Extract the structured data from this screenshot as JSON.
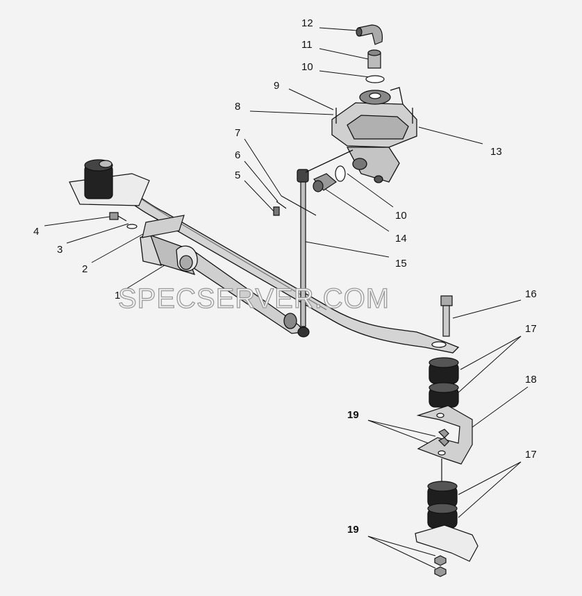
{
  "diagram": {
    "watermark": "SPECSERVER.COM",
    "labels": [
      {
        "id": "l12",
        "text": "12"
      },
      {
        "id": "l11",
        "text": "11"
      },
      {
        "id": "l10a",
        "text": "10"
      },
      {
        "id": "l9",
        "text": "9"
      },
      {
        "id": "l8",
        "text": "8"
      },
      {
        "id": "l13",
        "text": "13"
      },
      {
        "id": "l7",
        "text": "7"
      },
      {
        "id": "l6",
        "text": "6"
      },
      {
        "id": "l5",
        "text": "5"
      },
      {
        "id": "l10b",
        "text": "10"
      },
      {
        "id": "l4",
        "text": "4"
      },
      {
        "id": "l14",
        "text": "14"
      },
      {
        "id": "l3",
        "text": "3"
      },
      {
        "id": "l2",
        "text": "2"
      },
      {
        "id": "l15",
        "text": "15"
      },
      {
        "id": "l1",
        "text": "1"
      },
      {
        "id": "l16",
        "text": "16"
      },
      {
        "id": "l17a",
        "text": "17"
      },
      {
        "id": "l18",
        "text": "18"
      },
      {
        "id": "l19a",
        "text": "19"
      },
      {
        "id": "l17b",
        "text": "17"
      },
      {
        "id": "l19b",
        "text": "19"
      }
    ]
  }
}
